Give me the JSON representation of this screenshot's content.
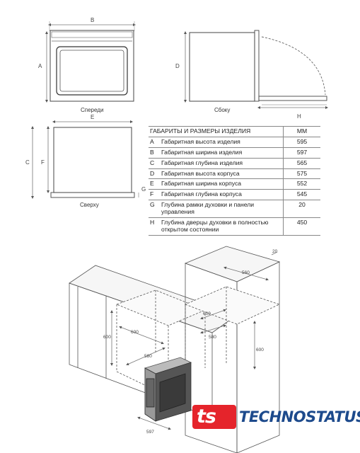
{
  "views": {
    "front": {
      "caption": "Спереди",
      "label_width": "B",
      "label_height": "A"
    },
    "side": {
      "caption": "Сбоку",
      "label_height": "D",
      "label_depth": "H"
    },
    "top": {
      "caption": "Сверху",
      "label_width": "E",
      "label_c": "C",
      "label_f": "F",
      "label_g": "G"
    }
  },
  "table": {
    "header": {
      "title": "ГАБАРИТЫ И РАЗМЕРЫ ИЗДЕЛИЯ",
      "unit": "MM"
    },
    "rows": [
      {
        "code": "A",
        "name": "Габаритная высота изделия",
        "value": "595"
      },
      {
        "code": "B",
        "name": "Габаритная ширина изделия",
        "value": "597"
      },
      {
        "code": "C",
        "name": "Габаритная глубина изделия",
        "value": "565"
      },
      {
        "code": "D",
        "name": "Габаритная высота корпуса",
        "value": "575"
      },
      {
        "code": "E",
        "name": "Габаритная ширина корпуса",
        "value": "552"
      },
      {
        "code": "F",
        "name": "Габаритная глубина корпуса",
        "value": "545"
      },
      {
        "code": "G",
        "name": "Глубина рамки духовки и панели управления",
        "value": "20"
      },
      {
        "code": "H",
        "name": "Глубина дверцы духовки в полностью открытом состоянии",
        "value": "450"
      }
    ]
  },
  "installation": {
    "dim_600_under_counter_height": "600",
    "dim_600_under_counter_width": "600",
    "dim_580": "580",
    "dim_597": "597",
    "dim_560": "560",
    "dim_20": "20",
    "dim_600_column_width": "600",
    "dim_580_column": "580",
    "dim_600_column_height": "600"
  },
  "brand": {
    "mark": "ts",
    "name": "TECHNOSTATUS"
  }
}
